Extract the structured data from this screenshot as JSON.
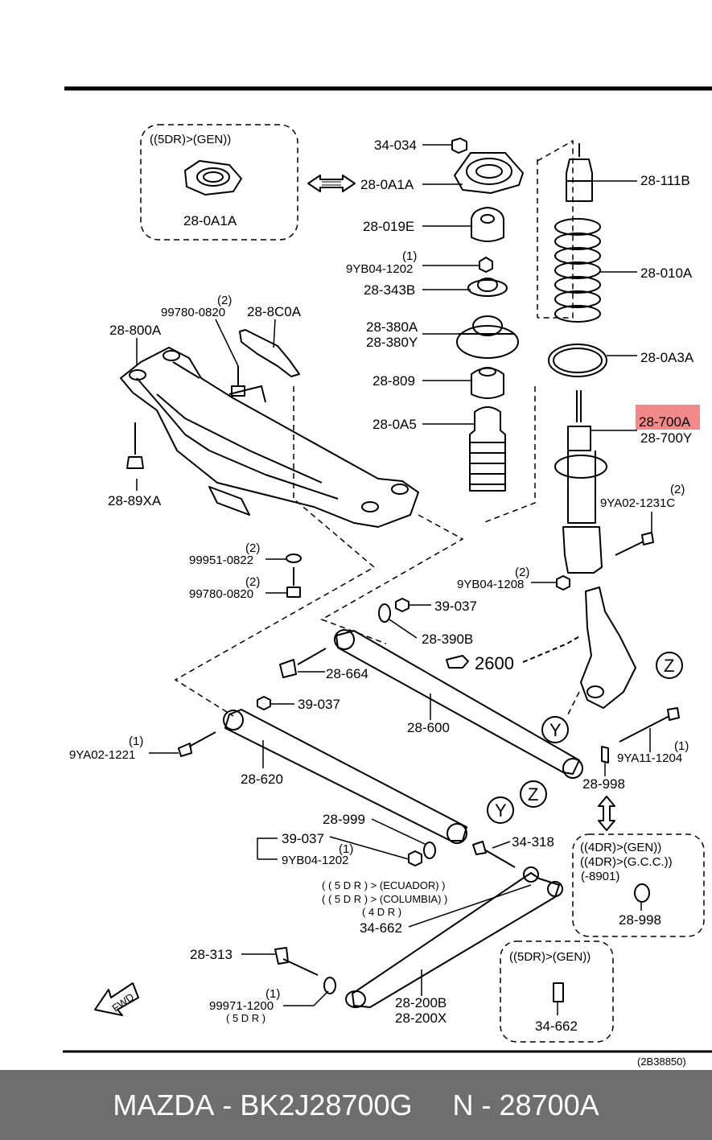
{
  "diagram_id": "(2B38850)",
  "footer": {
    "make": "MAZDA",
    "part_number": "BK2J28700G",
    "ref": "N - 28700A"
  },
  "groups": {
    "g5dr_gen": "((5DR)>(GEN))",
    "g4dr_gen_1": "((4DR)>(GEN))",
    "g4dr_gcc": "((4DR)>(G.C.C.))",
    "g8901": "(-8901)",
    "g5dr_gen_2": "((5DR)>(GEN))"
  },
  "notes": {
    "ecuador": "( ( 5 D R ) > (ECUADOR) )",
    "columbia": "( ( 5 D R ) > (COLUMBIA) )",
    "fdr": "( 4 D R )",
    "fivedr": "( 5 D R )"
  },
  "callouts": {
    "ref_2600": "2600",
    "z1": "Z",
    "y1": "Y",
    "z2": "Z",
    "y2": "Y",
    "fwd": "FWD"
  },
  "parts": {
    "p1": "28-0A1A",
    "p2": "34-034",
    "p3": "28-0A1A",
    "p4": "28-019E",
    "q1": "(1)",
    "p5": "9YB04-1202",
    "p6": "28-343B",
    "p7": "28-380A",
    "p8": "28-380Y",
    "p9": "28-809",
    "p10": "28-0A5",
    "p11": "28-111B",
    "p12": "28-010A",
    "p13": "28-0A3A",
    "p14": "28-700A",
    "p15": "28-700Y",
    "q2": "(2)",
    "p16": "9YA02-1231C",
    "q3": "(2)",
    "p17": "9YB04-1208",
    "q4": "(2)",
    "p18": "99780-0820",
    "p19": "28-8C0A",
    "p20": "28-800A",
    "p21": "28-89XA",
    "q5": "(2)",
    "p22": "99951-0822",
    "q6": "(2)",
    "p23": "99780-0820",
    "p24": "39-037",
    "p25": "28-390B",
    "p26": "28-664",
    "p27": "39-037",
    "p28": "28-600",
    "q7": "(1)",
    "p29": "9YA02-1221",
    "p30": "28-620",
    "q8": "(1)",
    "p31": "9YA11-1204",
    "p32": "28-998",
    "p33": "28-999",
    "p34": "39-037",
    "q9": "(1)",
    "p35": "9YB04-1202",
    "p36": "34-318",
    "p37": "28-998",
    "p38": "34-662",
    "p39": "28-313",
    "q10": "(1)",
    "p40": "99971-1200",
    "p41": "28-200B",
    "p42": "28-200X",
    "p43": "34-662"
  }
}
